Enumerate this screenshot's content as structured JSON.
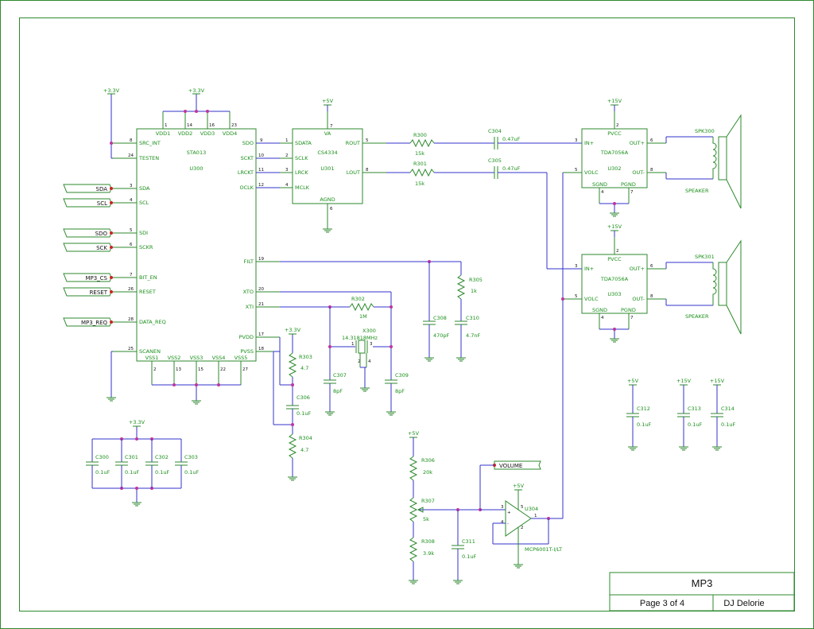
{
  "title_block": {
    "title": "MP3",
    "page": "Page 3 of 4",
    "author": "DJ Delorie"
  },
  "power": {
    "v33": "+3.3V",
    "v5": "+5V",
    "v15": "+15V"
  },
  "u300": {
    "ref": "U300",
    "part": "STA013",
    "pins_left": [
      "SRC_INT",
      "TESTEN",
      "SDA",
      "SCL",
      "SDI",
      "SCKR",
      "BIT_EN",
      "RESET",
      "DATA_REQ",
      "SCANEN"
    ],
    "pins_left_num": [
      "8",
      "24",
      "3",
      "4",
      "5",
      "6",
      "7",
      "26",
      "28",
      "25"
    ],
    "pins_right": [
      "SDO",
      "SCKT",
      "LRCKT",
      "OCLK",
      "FILT",
      "XTO",
      "XTI",
      "PVDD",
      "PVSS"
    ],
    "pins_right_num": [
      "9",
      "10",
      "11",
      "12",
      "19",
      "20",
      "21",
      "17",
      "18"
    ],
    "pins_top": [
      "VDD1",
      "VDD2",
      "VDD3",
      "VDD4"
    ],
    "pins_top_num": [
      "1",
      "14",
      "16",
      "23"
    ],
    "pins_bottom": [
      "VSS1",
      "VSS2",
      "VSS3",
      "VSS4",
      "VSS5"
    ],
    "pins_bottom_num": [
      "2",
      "13",
      "15",
      "22",
      "27"
    ]
  },
  "u301": {
    "ref": "U301",
    "part": "CS4334",
    "pins_left": [
      "SDATA",
      "SCLK",
      "LRCK",
      "MCLK"
    ],
    "pins_left_num": [
      "1",
      "2",
      "3",
      "4"
    ],
    "pins_right": [
      "ROUT",
      "LOUT"
    ],
    "pins_right_num": [
      "5",
      "8"
    ],
    "top": "VA",
    "top_num": "7",
    "bottom": "AGND",
    "bottom_num": "6"
  },
  "amps": [
    {
      "ref": "U302",
      "part": "TDA7056A",
      "vcc": "PVCC",
      "vcc_num": "2",
      "in": "IN+",
      "in_num": "3",
      "volc": "VOLC",
      "volc_num": "5",
      "outp": "OUT+",
      "outp_num": "6",
      "outm": "OUT-",
      "outm_num": "8",
      "sgnd": "SGND",
      "sgnd_num": "4",
      "pgnd": "PGND",
      "pgnd_num": "7"
    },
    {
      "ref": "U303",
      "part": "TDA7056A",
      "vcc": "PVCC",
      "vcc_num": "2",
      "in": "IN+",
      "in_num": "3",
      "volc": "VOLC",
      "volc_num": "5",
      "outp": "OUT+",
      "outp_num": "6",
      "outm": "OUT-",
      "outm_num": "8",
      "sgnd": "SGND",
      "sgnd_num": "4",
      "pgnd": "PGND",
      "pgnd_num": "7"
    }
  ],
  "speakers": [
    {
      "ref": "SPK300",
      "label": "SPEAKER"
    },
    {
      "ref": "SPK301",
      "label": "SPEAKER"
    }
  ],
  "opamp": {
    "ref": "U304",
    "part": "MCP6001T-I/LT",
    "pins": [
      "3",
      "4",
      "1",
      "5",
      "2"
    ]
  },
  "crystal": {
    "ref": "X300",
    "value": "14.31818MHz",
    "pins": [
      "1",
      "3",
      "2",
      "4"
    ]
  },
  "resistors": [
    {
      "ref": "R300",
      "value": "15k"
    },
    {
      "ref": "R301",
      "value": "15k"
    },
    {
      "ref": "R302",
      "value": "1M"
    },
    {
      "ref": "R303",
      "value": "4.7"
    },
    {
      "ref": "R304",
      "value": "4.7"
    },
    {
      "ref": "R305",
      "value": "1k"
    },
    {
      "ref": "R306",
      "value": "20k"
    },
    {
      "ref": "R307",
      "value": "5k"
    },
    {
      "ref": "R308",
      "value": "3.9k"
    }
  ],
  "capacitors": [
    {
      "ref": "C300",
      "value": "0.1uF"
    },
    {
      "ref": "C301",
      "value": "0.1uF"
    },
    {
      "ref": "C302",
      "value": "0.1uF"
    },
    {
      "ref": "C303",
      "value": "0.1uF"
    },
    {
      "ref": "C304",
      "value": "0.47uF"
    },
    {
      "ref": "C305",
      "value": "0.47uF"
    },
    {
      "ref": "C306",
      "value": "0.1uF"
    },
    {
      "ref": "C307",
      "value": "8pF"
    },
    {
      "ref": "C308",
      "value": "470pF"
    },
    {
      "ref": "C309",
      "value": "8pF"
    },
    {
      "ref": "C310",
      "value": "4.7nF"
    },
    {
      "ref": "C311",
      "value": "0.1uF"
    },
    {
      "ref": "C312",
      "value": "0.1uF"
    },
    {
      "ref": "C313",
      "value": "0.1uF"
    },
    {
      "ref": "C314",
      "value": "0.1uF"
    }
  ],
  "nets": {
    "sda": "SDA",
    "scl": "SCL",
    "sdo": "SDO",
    "sck": "SCK",
    "mp3_cs": "MP3_CS",
    "reset": "RESET",
    "mp3_req": "MP3_REQ",
    "volume": "VOLUME"
  },
  "colors": {
    "wire": "#3333cc",
    "symbol": "#2d8a2d",
    "junction": "#c0349c",
    "port": "#cc2222"
  }
}
